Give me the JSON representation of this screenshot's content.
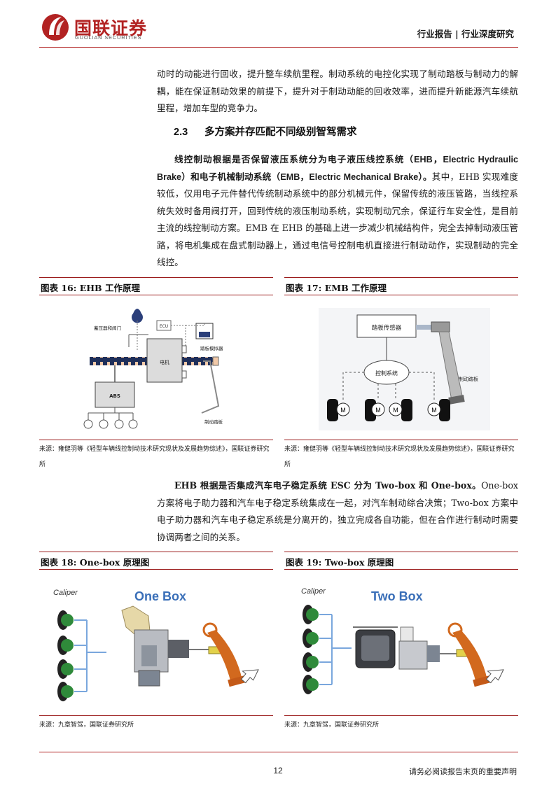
{
  "header": {
    "logo_cn": "国联证券",
    "logo_en": "GUOLIAN SECURITIES",
    "report_type": "行业报告 | 行业深度研究"
  },
  "intro_text": "动时的动能进行回收，提升整车续航里程。制动系统的电控化实现了制动踏板与制动力的解耦，能在保证制动效果的前提下，提升对于制动动能的回收效率，进而提升新能源汽车续航里程，增加车型的竞争力。",
  "section": {
    "number": "2.3",
    "title": "多方案并存匹配不同级别智驾需求"
  },
  "para1": {
    "lead_bold_1": "线控制动根据是否保留液压系统分为电子液压线控系统（",
    "lead_bold_2": "EHB，Electric Hydraulic Brake",
    "lead_bold_3": "）和电子机械制动系统（",
    "lead_bold_4": "EMB，Electric Mechanical Brake",
    "lead_bold_5": "）。",
    "rest": "其中，EHB 实现难度较低，仅用电子元件替代传统制动系统中的部分机械元件，保留传统的液压管路，当线控系统失效时备用阀打开，回到传统的液压制动系统，实现制动冗余，保证行车安全性，是目前主流的线控制动方案。EMB 在 EHB 的基础上进一步减少机械结构件，完全去掉制动液压管路，将电机集成在盘式制动器上，通过电信号控制电机直接进行制动动作，实现制动的完全线控。"
  },
  "fig16": {
    "title": "图表 16: EHB 工作原理",
    "labels": {
      "accumulator": "蓄压器和阀门",
      "ecu": "ECU",
      "pedal_sim": "踏板模拟器",
      "motor": "电机",
      "abs": "ABS",
      "pedal": "制动踏板"
    },
    "source": "来源：雍健羽等《轻型车辆线控制动技术研究现状及发展趋势综述》，国联证券研究所"
  },
  "fig17": {
    "title": "图表 17: EMB 工作原理",
    "labels": {
      "sensor": "踏板传感器",
      "control": "控制系统",
      "pedal": "制动踏板",
      "motor": "M"
    },
    "source": "来源：雍健羽等《轻型车辆线控制动技术研究现状及发展趋势综述》，国联证券研究所"
  },
  "para2": {
    "lead_bold": "EHB 根据是否集成汽车电子稳定系统 ESC 分为 Two-box 和 One-box。",
    "rest": "One-box 方案将电子助力器和汽车电子稳定系统集成在一起，对汽车制动综合决策；Two-box 方案中电子助力器和汽车电子稳定系统是分离开的，独立完成各自功能，但在合作进行制动时需要协调两者之间的关系。"
  },
  "fig18": {
    "title": "图表 18: One-box 原理图",
    "caliper": "Caliper",
    "heading": "One Box",
    "source": "来源：九章智驾，国联证券研究所"
  },
  "fig19": {
    "title": "图表 19: Two-box 原理图",
    "caliper": "Caliper",
    "heading": "Two Box",
    "source": "来源：九章智驾，国联证券研究所"
  },
  "footer": {
    "page": "12",
    "disclaimer": "请务必阅读报告末页的重要声明"
  },
  "colors": {
    "brand_red": "#b22222",
    "rule_red": "#9b1b1b",
    "blue_text": "#3a6fb8",
    "green_wheel": "#2f8a3a",
    "pedal_orange": "#d2691e"
  }
}
